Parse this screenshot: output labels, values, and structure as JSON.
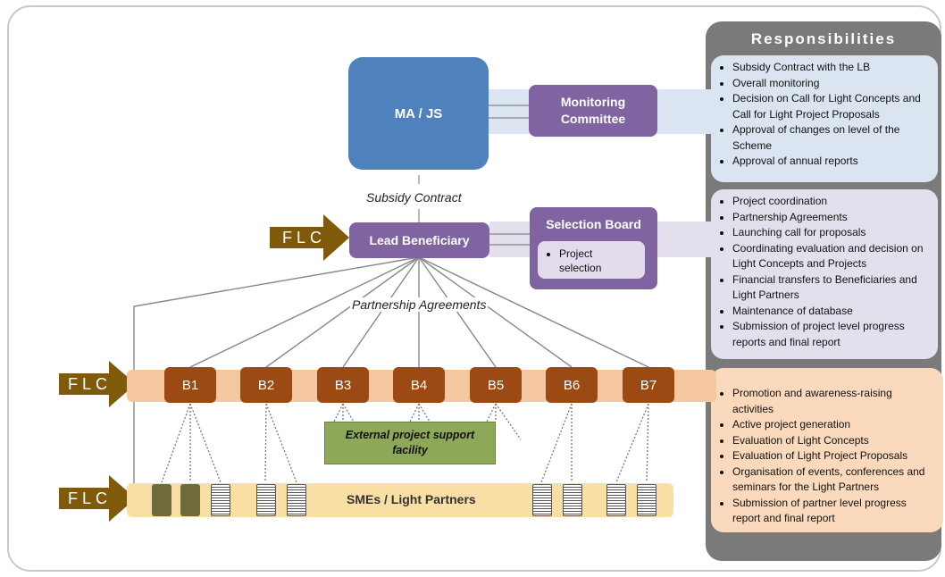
{
  "nodes": {
    "ma_js": "MA / JS",
    "monitoring_committee": "Monitoring Committee",
    "lead_beneficiary": "Lead Beneficiary",
    "selection_board": "Selection Board",
    "selection_board_item": "Project selection",
    "beneficiaries": [
      "B1",
      "B2",
      "B3",
      "B4",
      "B5",
      "B6",
      "B7"
    ],
    "external_support": "External project support facility",
    "smes": "SMEs / Light Partners",
    "flc": "FLC"
  },
  "labels": {
    "subsidy_contract": "Subsidy Contract",
    "partnership_agreements": "Partnership Agreements"
  },
  "responsibilities": {
    "title": "Responsibilities",
    "ma_level": [
      "Subsidy Contract with the LB",
      "Overall monitoring",
      "Decision on Call for Light Concepts and Call for Light Project Proposals",
      "Approval of changes on level of the Scheme",
      "Approval of annual reports"
    ],
    "lb_level": [
      "Project coordination",
      "Partnership Agreements",
      "Launching call for proposals",
      "Coordinating evaluation and decision on Light Concepts and Projects",
      "Financial transfers to Beneficiaries and Light Partners",
      "Maintenance of database",
      "Submission of project level progress reports and final report"
    ],
    "partner_level": [
      "Promotion and awareness-raising activities",
      "Active project generation",
      "Evaluation of Light Concepts",
      "Evaluation of Light Project Proposals",
      "Organisation of events, conferences and seminars for the Light Partners",
      "Submission of partner level progress report and final report"
    ]
  },
  "colors": {
    "ma_blue": "#4f81bd",
    "purple": "#8064a2",
    "beneficiary_brown": "#9c4a14",
    "flc_arrow": "#7f5a0a",
    "panel_grey": "#7a7a7a",
    "resp_blue": "#dbe5f1",
    "resp_purple": "#e4dfec",
    "resp_orange": "#fbd9bd",
    "sme_band": "#f9dfa4",
    "external_green": "#8ea85a"
  }
}
